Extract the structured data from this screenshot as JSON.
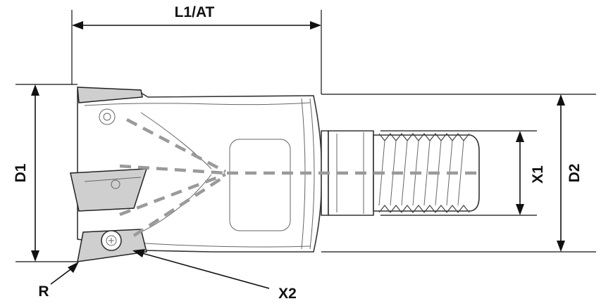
{
  "labels": {
    "l1_at": "L1/AT",
    "d1": "D1",
    "d2": "D2",
    "x1": "X1",
    "x2": "X2",
    "r": "R"
  }
}
